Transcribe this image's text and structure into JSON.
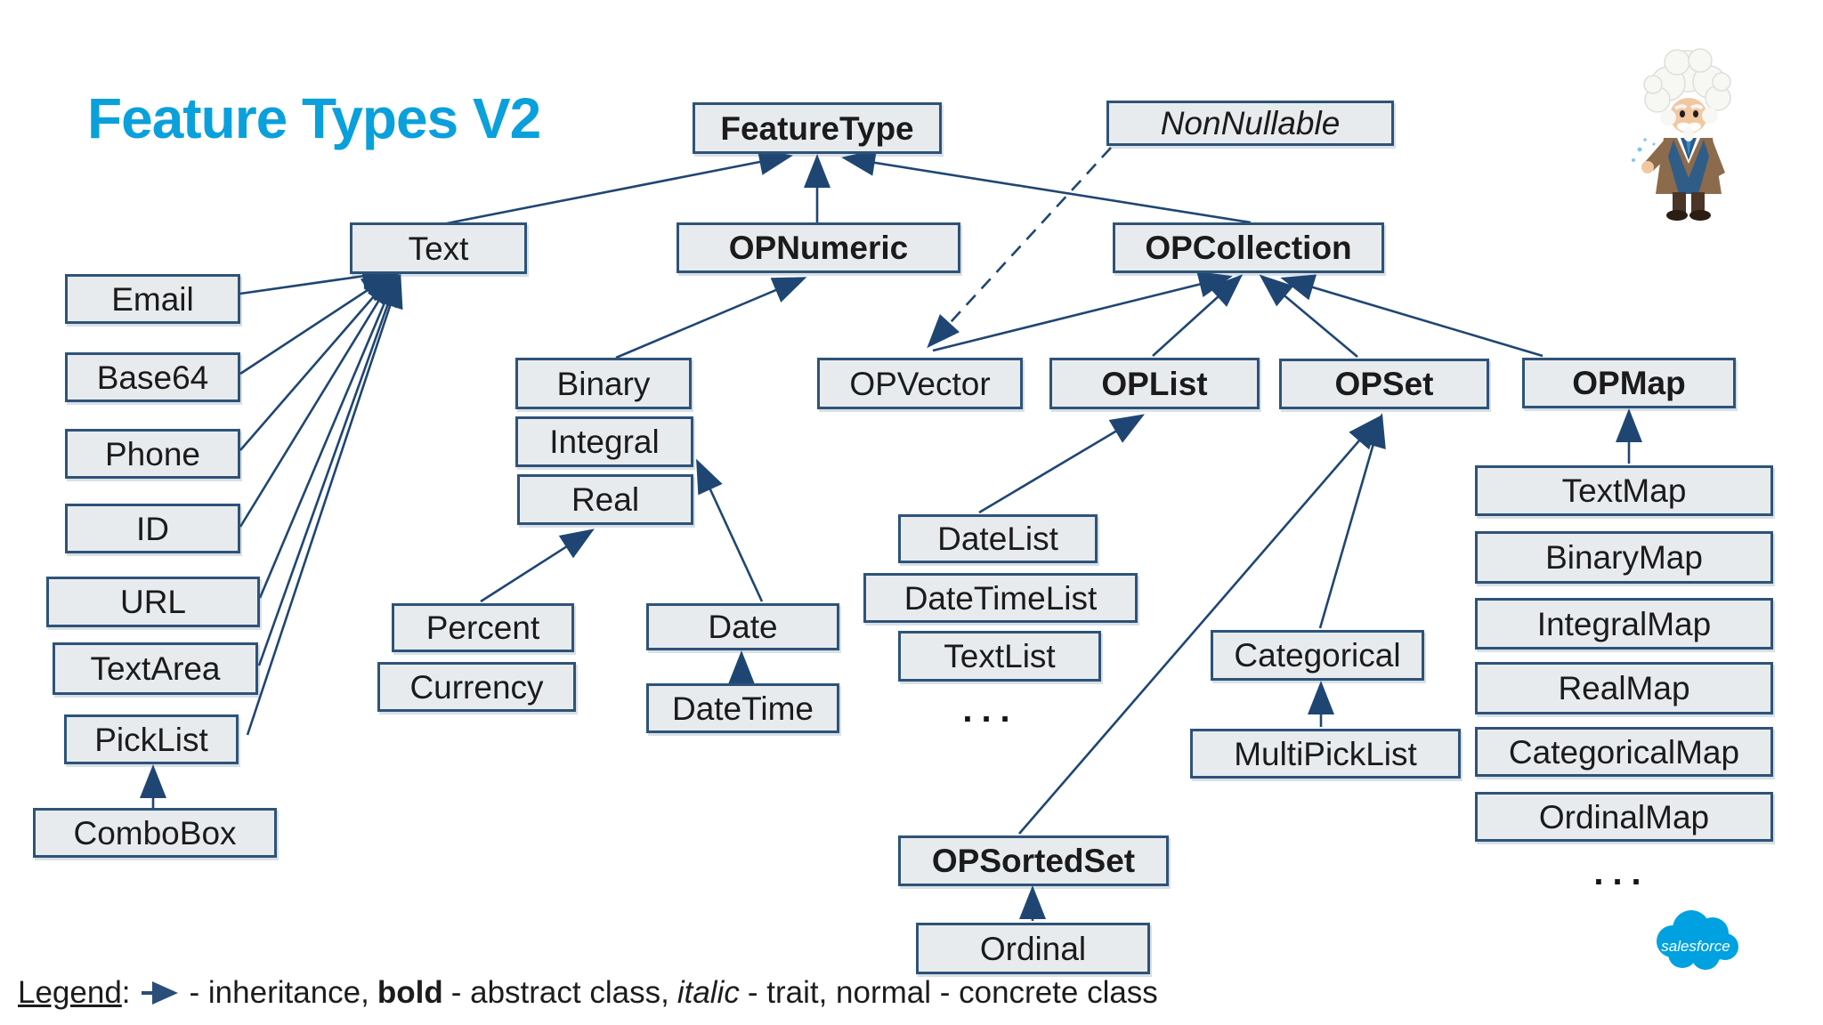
{
  "slide": {
    "title": "Feature Types V2"
  },
  "colors": {
    "accent_blue": "#0AA0DC",
    "salesforce_blue": "#00A1E0",
    "node_fill": "#E8EBEE",
    "node_border": "#2E5378",
    "connector": "#1F4673",
    "text": "#1B1B1B"
  },
  "nodes": [
    {
      "id": "featuretype",
      "label": "FeatureType",
      "style": "abstract"
    },
    {
      "id": "nonnullable",
      "label": "NonNullable",
      "style": "trait"
    },
    {
      "id": "text",
      "label": "Text",
      "style": "concrete"
    },
    {
      "id": "opnumeric",
      "label": "OPNumeric",
      "style": "abstract"
    },
    {
      "id": "opcollection",
      "label": "OPCollection",
      "style": "abstract"
    },
    {
      "id": "email",
      "label": "Email",
      "style": "concrete"
    },
    {
      "id": "base64",
      "label": "Base64",
      "style": "concrete"
    },
    {
      "id": "phone",
      "label": "Phone",
      "style": "concrete"
    },
    {
      "id": "idnode",
      "label": "ID",
      "style": "concrete"
    },
    {
      "id": "url",
      "label": "URL",
      "style": "concrete"
    },
    {
      "id": "textarea",
      "label": "TextArea",
      "style": "concrete"
    },
    {
      "id": "picklist",
      "label": "PickList",
      "style": "concrete"
    },
    {
      "id": "combobox",
      "label": "ComboBox",
      "style": "concrete"
    },
    {
      "id": "binary",
      "label": "Binary",
      "style": "concrete"
    },
    {
      "id": "integral",
      "label": "Integral",
      "style": "concrete"
    },
    {
      "id": "real",
      "label": "Real",
      "style": "concrete"
    },
    {
      "id": "percent",
      "label": "Percent",
      "style": "concrete"
    },
    {
      "id": "currency",
      "label": "Currency",
      "style": "concrete"
    },
    {
      "id": "date",
      "label": "Date",
      "style": "concrete"
    },
    {
      "id": "datetime",
      "label": "DateTime",
      "style": "concrete"
    },
    {
      "id": "opvector",
      "label": "OPVector",
      "style": "concrete"
    },
    {
      "id": "oplist",
      "label": "OPList",
      "style": "abstract"
    },
    {
      "id": "opset",
      "label": "OPSet",
      "style": "abstract"
    },
    {
      "id": "opmap",
      "label": "OPMap",
      "style": "abstract"
    },
    {
      "id": "datelist",
      "label": "DateList",
      "style": "concrete"
    },
    {
      "id": "datetimelist",
      "label": "DateTimeList",
      "style": "concrete"
    },
    {
      "id": "textlist",
      "label": "TextList",
      "style": "concrete"
    },
    {
      "id": "ellipsis_list",
      "label": "...",
      "style": "ellipsis"
    },
    {
      "id": "categorical",
      "label": "Categorical",
      "style": "concrete"
    },
    {
      "id": "multipicklist",
      "label": "MultiPickList",
      "style": "concrete"
    },
    {
      "id": "textmap",
      "label": "TextMap",
      "style": "concrete"
    },
    {
      "id": "binarymap",
      "label": "BinaryMap",
      "style": "concrete"
    },
    {
      "id": "integralmap",
      "label": "IntegralMap",
      "style": "concrete"
    },
    {
      "id": "realmap",
      "label": "RealMap",
      "style": "concrete"
    },
    {
      "id": "categoricalmap",
      "label": "CategoricalMap",
      "style": "concrete"
    },
    {
      "id": "ordinalmap",
      "label": "OrdinalMap",
      "style": "concrete"
    },
    {
      "id": "ellipsis_map",
      "label": "...",
      "style": "ellipsis"
    },
    {
      "id": "opsortedset",
      "label": "OPSortedSet",
      "style": "abstract"
    },
    {
      "id": "ordinal",
      "label": "Ordinal",
      "style": "concrete"
    }
  ],
  "legend": {
    "label": "Legend",
    "colon": ":",
    "inheritance_meaning": "- inheritance,",
    "bold_word": "bold",
    "abstract_meaning": "- abstract class,",
    "italic_word": "italic",
    "trait_meaning": "- trait, normal - concrete class"
  },
  "logo": {
    "text": "salesforce"
  },
  "icons": {
    "inheritance_arrow": "inheritance-arrow-icon",
    "mascot": "einstein-mascot",
    "logo": "salesforce-cloud-logo"
  }
}
